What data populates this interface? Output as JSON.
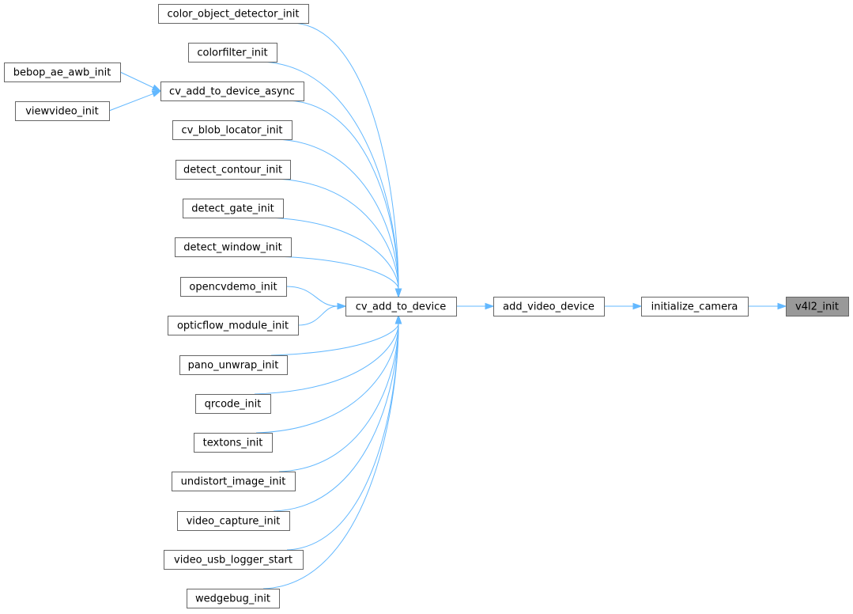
{
  "nodes": [
    {
      "id": "color_object_detector_init",
      "label": "color_object_detector_init"
    },
    {
      "id": "colorfilter_init",
      "label": "colorfilter_init"
    },
    {
      "id": "bebop_ae_awb_init",
      "label": "bebop_ae_awb_init"
    },
    {
      "id": "cv_add_to_device_async",
      "label": "cv_add_to_device_async"
    },
    {
      "id": "viewvideo_init",
      "label": "viewvideo_init"
    },
    {
      "id": "cv_blob_locator_init",
      "label": "cv_blob_locator_init"
    },
    {
      "id": "detect_contour_init",
      "label": "detect_contour_init"
    },
    {
      "id": "detect_gate_init",
      "label": "detect_gate_init"
    },
    {
      "id": "detect_window_init",
      "label": "detect_window_init"
    },
    {
      "id": "opencvdemo_init",
      "label": "opencvdemo_init"
    },
    {
      "id": "opticflow_module_init",
      "label": "opticflow_module_init"
    },
    {
      "id": "pano_unwrap_init",
      "label": "pano_unwrap_init"
    },
    {
      "id": "qrcode_init",
      "label": "qrcode_init"
    },
    {
      "id": "textons_init",
      "label": "textons_init"
    },
    {
      "id": "undistort_image_init",
      "label": "undistort_image_init"
    },
    {
      "id": "video_capture_init",
      "label": "video_capture_init"
    },
    {
      "id": "video_usb_logger_start",
      "label": "video_usb_logger_start"
    },
    {
      "id": "wedgebug_init",
      "label": "wedgebug_init"
    },
    {
      "id": "cv_add_to_device",
      "label": "cv_add_to_device"
    },
    {
      "id": "add_video_device",
      "label": "add_video_device"
    },
    {
      "id": "initialize_camera",
      "label": "initialize_camera"
    },
    {
      "id": "v4l2_init",
      "label": "v4l2_init",
      "highlight": true
    }
  ],
  "edges": [
    {
      "from": "bebop_ae_awb_init",
      "to": "cv_add_to_device_async"
    },
    {
      "from": "viewvideo_init",
      "to": "cv_add_to_device_async"
    },
    {
      "from": "color_object_detector_init",
      "to": "cv_add_to_device"
    },
    {
      "from": "colorfilter_init",
      "to": "cv_add_to_device"
    },
    {
      "from": "cv_add_to_device_async",
      "to": "cv_add_to_device"
    },
    {
      "from": "cv_blob_locator_init",
      "to": "cv_add_to_device"
    },
    {
      "from": "detect_contour_init",
      "to": "cv_add_to_device"
    },
    {
      "from": "detect_gate_init",
      "to": "cv_add_to_device"
    },
    {
      "from": "detect_window_init",
      "to": "cv_add_to_device"
    },
    {
      "from": "opencvdemo_init",
      "to": "cv_add_to_device"
    },
    {
      "from": "opticflow_module_init",
      "to": "cv_add_to_device"
    },
    {
      "from": "pano_unwrap_init",
      "to": "cv_add_to_device"
    },
    {
      "from": "qrcode_init",
      "to": "cv_add_to_device"
    },
    {
      "from": "textons_init",
      "to": "cv_add_to_device"
    },
    {
      "from": "undistort_image_init",
      "to": "cv_add_to_device"
    },
    {
      "from": "video_capture_init",
      "to": "cv_add_to_device"
    },
    {
      "from": "video_usb_logger_start",
      "to": "cv_add_to_device"
    },
    {
      "from": "wedgebug_init",
      "to": "cv_add_to_device"
    },
    {
      "from": "cv_add_to_device",
      "to": "add_video_device"
    },
    {
      "from": "add_video_device",
      "to": "initialize_camera"
    },
    {
      "from": "initialize_camera",
      "to": "v4l2_init"
    }
  ],
  "colors": {
    "edge": "#63b8ff",
    "node_border": "#666666",
    "node_fill": "#ffffff",
    "highlight_fill": "#999999"
  }
}
